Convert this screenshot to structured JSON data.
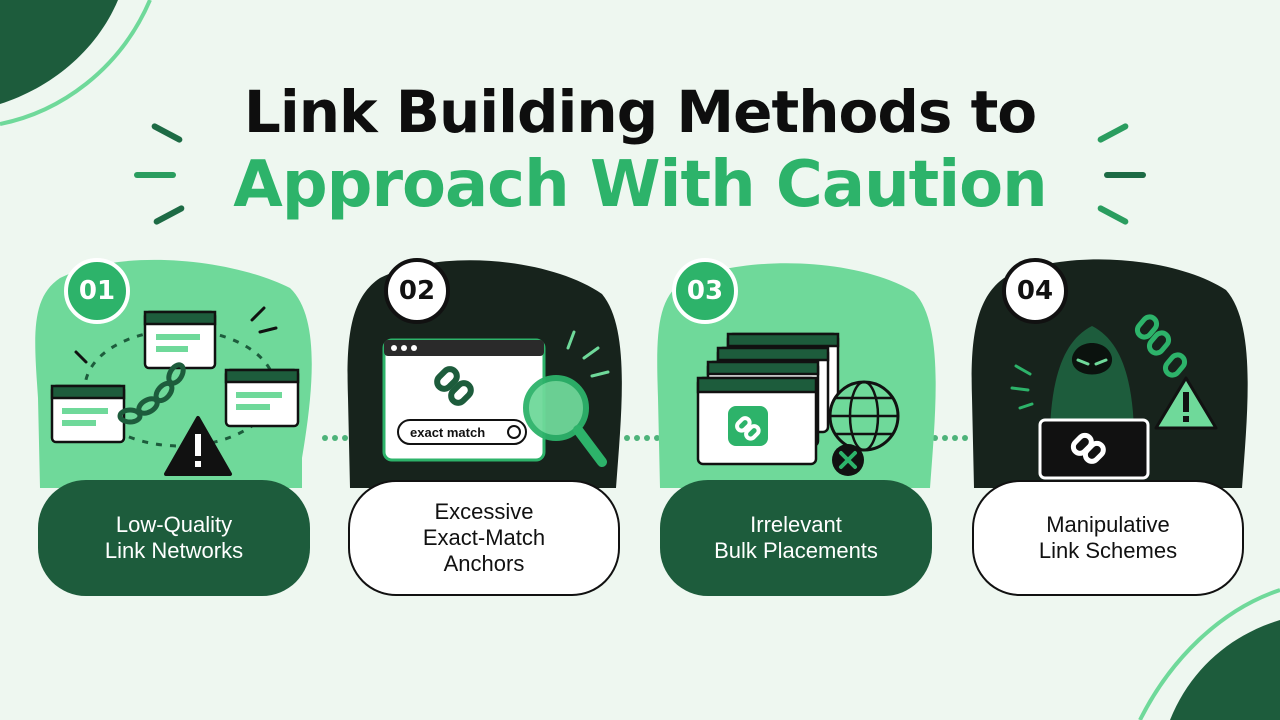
{
  "title": {
    "line1": "Link Building Methods to",
    "line2": "Approach With Caution"
  },
  "colors": {
    "background": "#eef7f0",
    "dark_green": "#1d5c3c",
    "accent_green": "#2db36a",
    "light_green": "#6fd99a"
  },
  "steps": [
    {
      "number": "01",
      "label_lines": [
        "Low-Quality",
        "Link Networks"
      ],
      "icon": "chain-network-warning-icon"
    },
    {
      "number": "02",
      "label_lines": [
        "Excessive",
        "Exact-Match",
        "Anchors"
      ],
      "icon": "anchor-search-icon",
      "illustration_text": "exact match"
    },
    {
      "number": "03",
      "label_lines": [
        "Irrelevant",
        "Bulk Placements"
      ],
      "icon": "bulk-pages-globe-icon"
    },
    {
      "number": "04",
      "label_lines": [
        "Manipulative",
        "Link Schemes"
      ],
      "icon": "hacker-laptop-icon"
    }
  ]
}
